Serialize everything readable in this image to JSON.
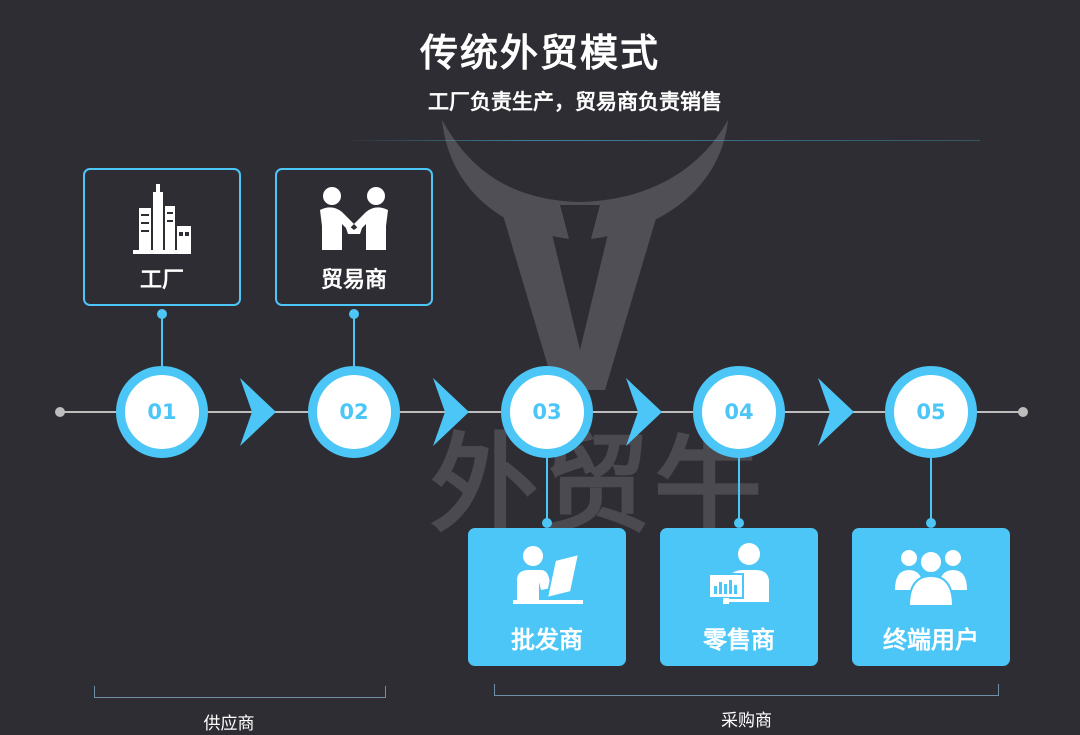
{
  "header": {
    "title": "传统外贸模式",
    "subtitle": "工厂负责生产，贸易商负责销售"
  },
  "watermark": {
    "text": "外贸牛"
  },
  "steps": [
    {
      "number": "01",
      "label": "工厂",
      "icon": "factory-icon"
    },
    {
      "number": "02",
      "label": "贸易商",
      "icon": "handshake-icon"
    },
    {
      "number": "03",
      "label": "批发商",
      "icon": "laptop-user-icon"
    },
    {
      "number": "04",
      "label": "零售商",
      "icon": "monitor-user-icon"
    },
    {
      "number": "05",
      "label": "终端用户",
      "icon": "users-group-icon"
    }
  ],
  "groups": {
    "supplier": "供应商",
    "purchaser": "采购商"
  },
  "colors": {
    "background": "#2e2d33",
    "accent": "#4bc6f6",
    "text": "#ffffff"
  }
}
